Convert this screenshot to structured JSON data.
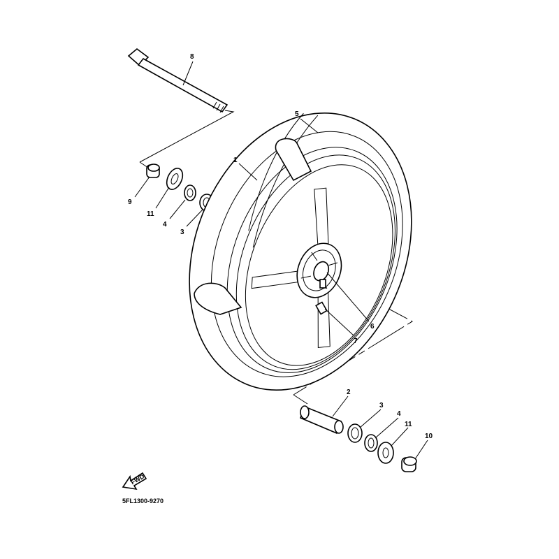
{
  "diagram": {
    "title_code": "5FL1300-9270",
    "direction_badge": "FWD",
    "callouts": [
      {
        "id": "axle",
        "label": "8"
      },
      {
        "id": "tire",
        "label": "5"
      },
      {
        "id": "wheel",
        "label": "1"
      },
      {
        "id": "collar-left",
        "label": "9"
      },
      {
        "id": "washer-left",
        "label": "11"
      },
      {
        "id": "oil-seal-left",
        "label": "4"
      },
      {
        "id": "bearing-left",
        "label": "3"
      },
      {
        "id": "valve",
        "label": "6"
      },
      {
        "id": "balance-weight",
        "label": "7"
      },
      {
        "id": "spacer",
        "label": "2"
      },
      {
        "id": "bearing-right",
        "label": "3"
      },
      {
        "id": "oil-seal-right",
        "label": "4"
      },
      {
        "id": "washer-right",
        "label": "11"
      },
      {
        "id": "collar-right",
        "label": "10"
      }
    ]
  }
}
